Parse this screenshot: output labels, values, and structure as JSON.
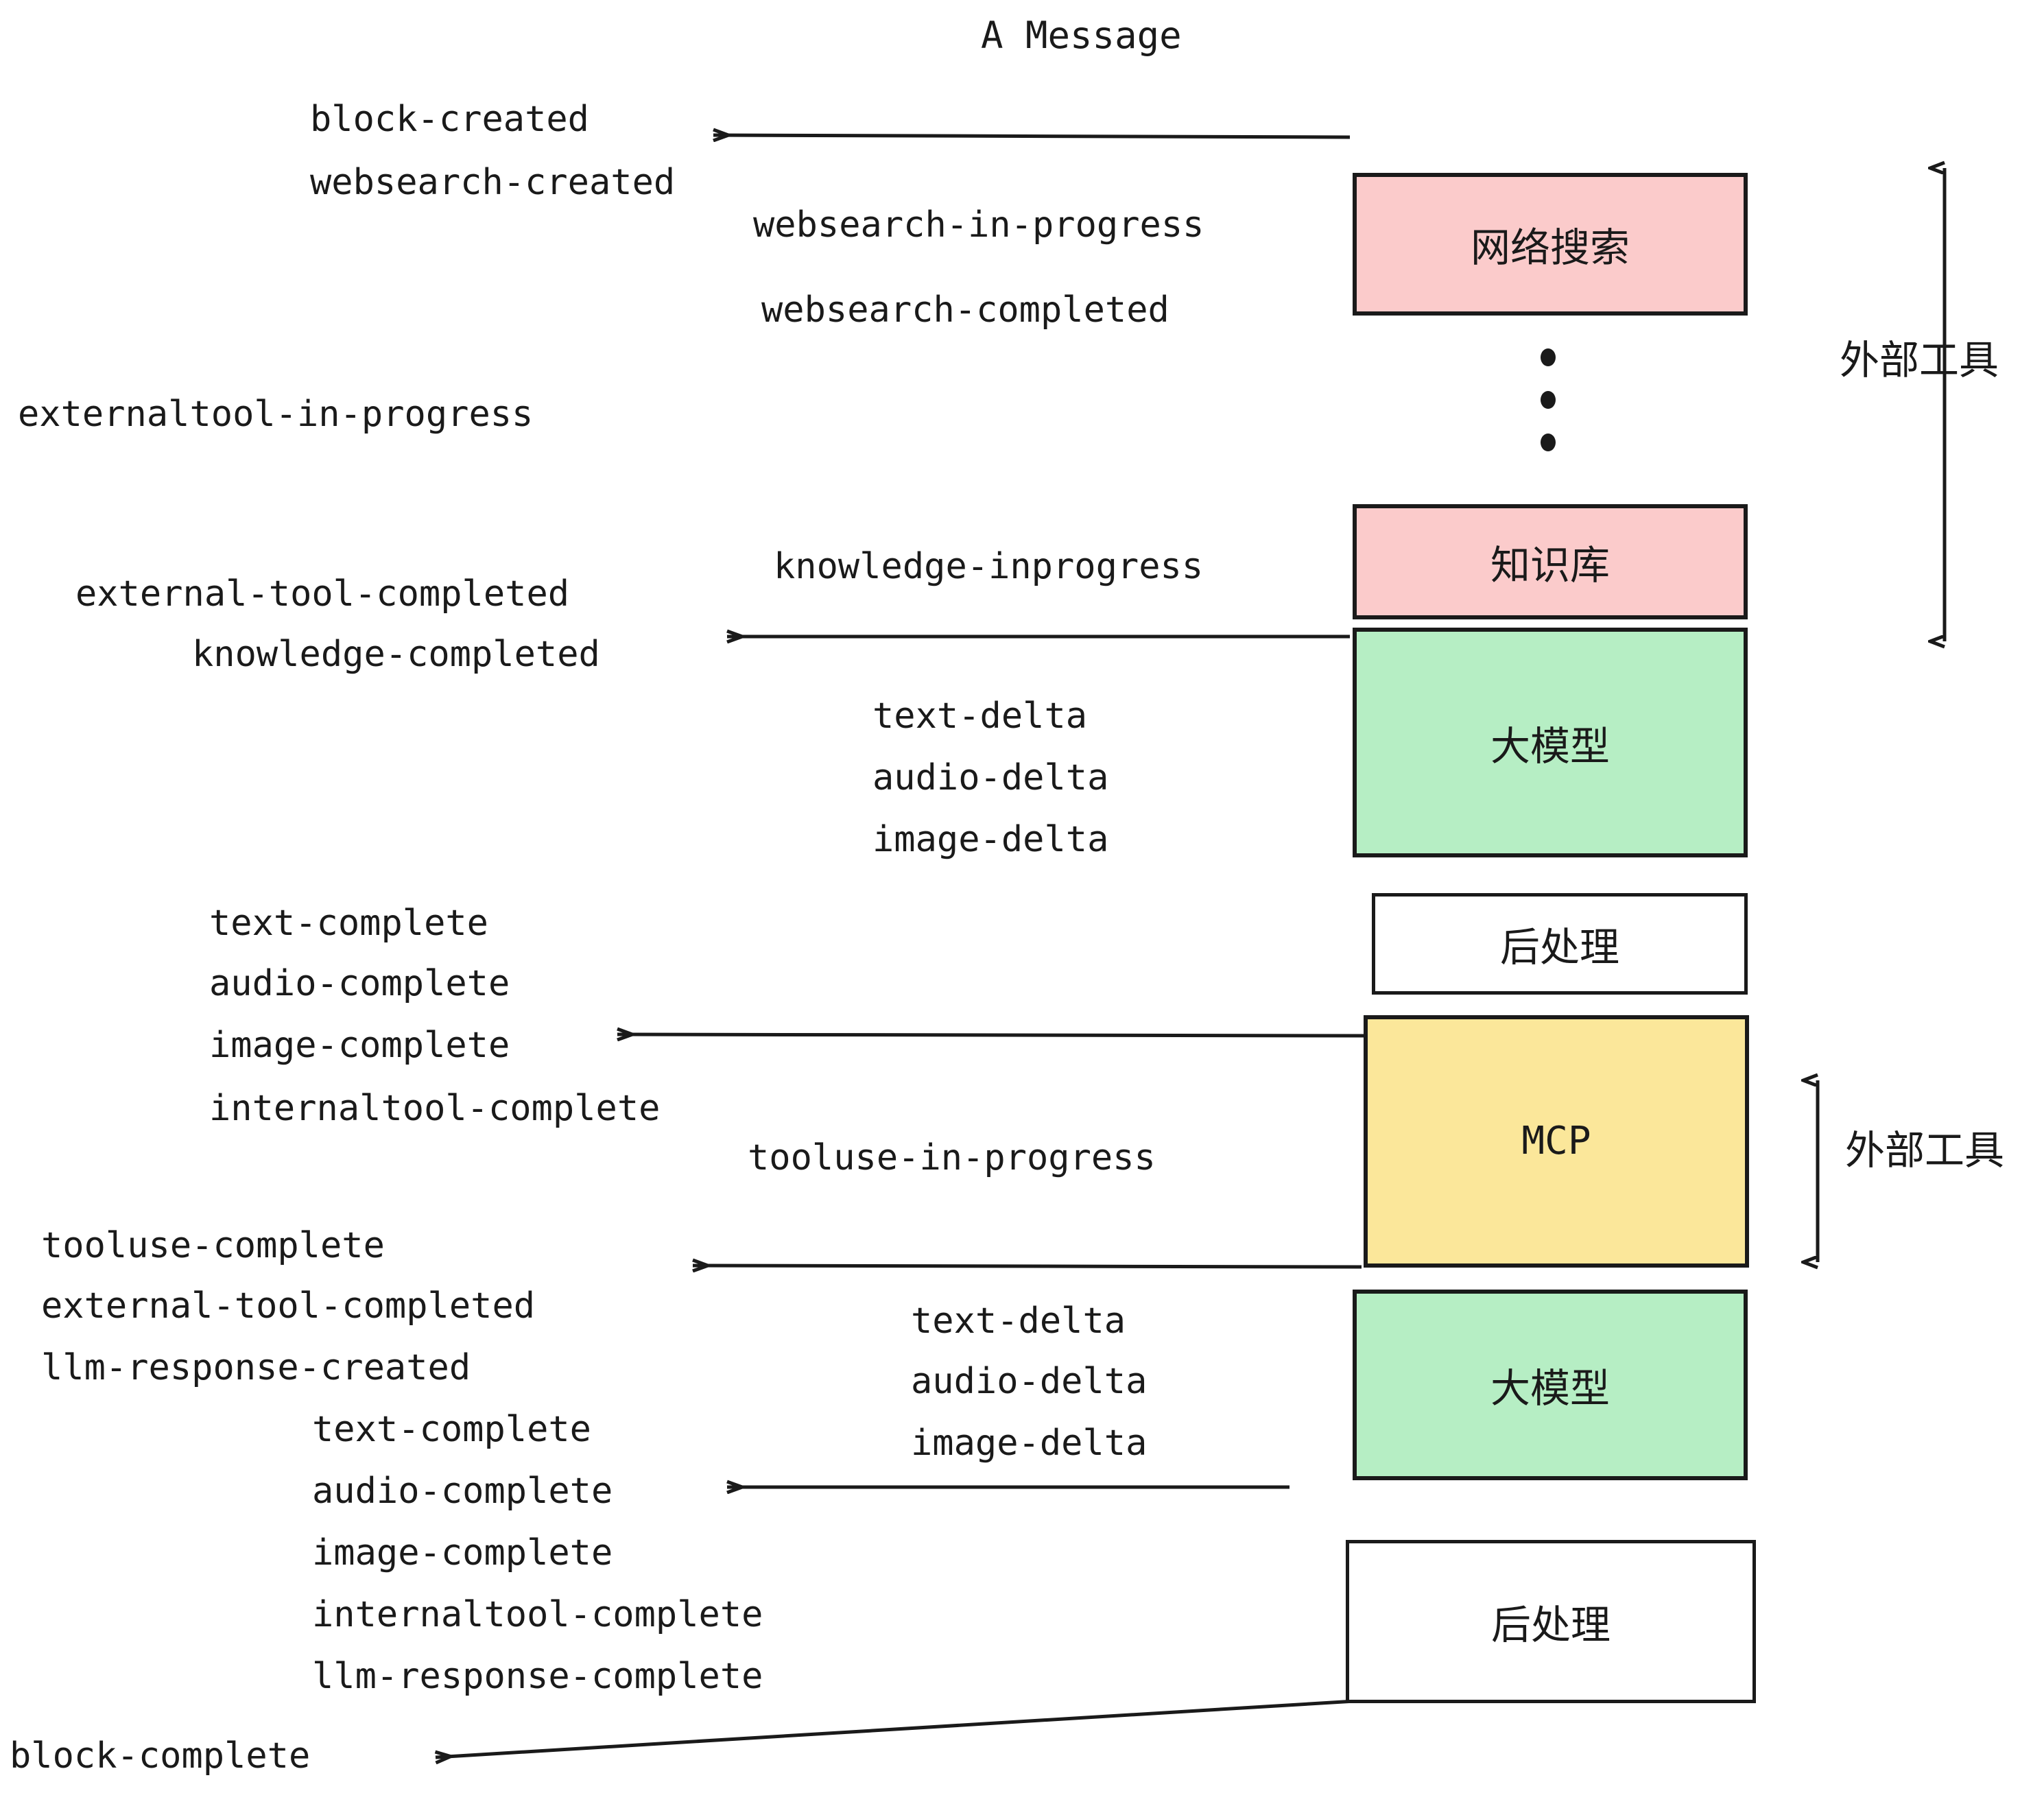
{
  "title": "A Message",
  "colors": {
    "pink": "#fbcbcb",
    "green": "#b6eec4",
    "yellow": "#fbe79a",
    "white": "#ffffff",
    "stroke": "#1a1a1a",
    "text": "#1a1a1a"
  },
  "nodes": [
    {
      "id": "websearch",
      "label": "网络搜索",
      "fill": "pink"
    },
    {
      "id": "knowledge",
      "label": "知识库",
      "fill": "pink"
    },
    {
      "id": "llm1",
      "label": "大模型",
      "fill": "green"
    },
    {
      "id": "postprocess1",
      "label": "后处理",
      "fill": "white"
    },
    {
      "id": "mcp",
      "label": "MCP",
      "fill": "yellow"
    },
    {
      "id": "llm2",
      "label": "大模型",
      "fill": "green"
    },
    {
      "id": "postprocess2",
      "label": "后处理",
      "fill": "white"
    }
  ],
  "side_labels": [
    {
      "id": "external-tool-top",
      "label": "外部工具"
    },
    {
      "id": "external-tool-bottom",
      "label": "外部工具"
    }
  ],
  "events": {
    "block_created": "block-created",
    "websearch_created": "websearch-created",
    "websearch_in_progress": "websearch-in-progress",
    "websearch_completed": "websearch-completed",
    "externaltool_in_progress": "externaltool-in-progress",
    "knowledge_inprogress": "knowledge-inprogress",
    "external_tool_completed_1": "external-tool-completed",
    "knowledge_completed": "knowledge-completed",
    "text_delta_1": "text-delta",
    "audio_delta_1": "audio-delta",
    "image_delta_1": "image-delta",
    "text_complete_1": "text-complete",
    "audio_complete_1": "audio-complete",
    "image_complete_1": "image-complete",
    "internaltool_complete_1": "internaltool-complete",
    "tooluse_in_progress": "tooluse-in-progress",
    "tooluse_complete": "tooluse-complete",
    "external_tool_completed_2": "external-tool-completed",
    "llm_response_created": "llm-response-created",
    "text_delta_2": "text-delta",
    "audio_delta_2": "audio-delta",
    "image_delta_2": "image-delta",
    "text_complete_2": "text-complete",
    "audio_complete_2": "audio-complete",
    "image_complete_2": "image-complete",
    "internaltool_complete_2": "internaltool-complete",
    "llm_response_complete": "llm-response-complete",
    "block_complete": "block-complete"
  }
}
